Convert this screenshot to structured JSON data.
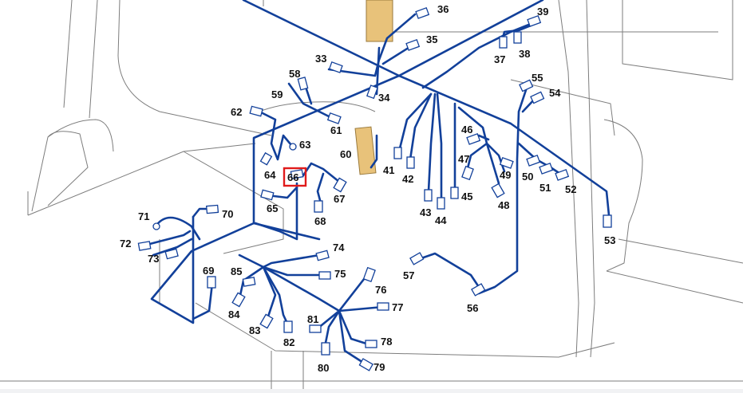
{
  "callouts": {
    "c33": "33",
    "c34": "34",
    "c35": "35",
    "c36": "36",
    "c37": "37",
    "c38": "38",
    "c39": "39",
    "c41": "41",
    "c42": "42",
    "c43": "43",
    "c44": "44",
    "c45": "45",
    "c46": "46",
    "c47": "47",
    "c48": "48",
    "c49": "49",
    "c50": "50",
    "c51": "51",
    "c52": "52",
    "c53": "53",
    "c54": "54",
    "c55": "55",
    "c56": "56",
    "c57": "57",
    "c58": "58",
    "c59": "59",
    "c60": "60",
    "c61": "61",
    "c62": "62",
    "c63": "63",
    "c64": "64",
    "c65": "65",
    "c66": "66",
    "c67": "67",
    "c68": "68",
    "c69": "69",
    "c70": "70",
    "c71": "71",
    "c72": "72",
    "c73": "73",
    "c74": "74",
    "c75": "75",
    "c76": "76",
    "c77": "77",
    "c78": "78",
    "c79": "79",
    "c80": "80",
    "c81": "81",
    "c82": "82",
    "c83": "83",
    "c84": "84",
    "c85": "85"
  },
  "highlighted_callout": "66",
  "colors": {
    "wire": "#12409a",
    "highlight": "#e01b1b",
    "bracket": "#e8c27a",
    "outline": "#7d7d7d"
  }
}
